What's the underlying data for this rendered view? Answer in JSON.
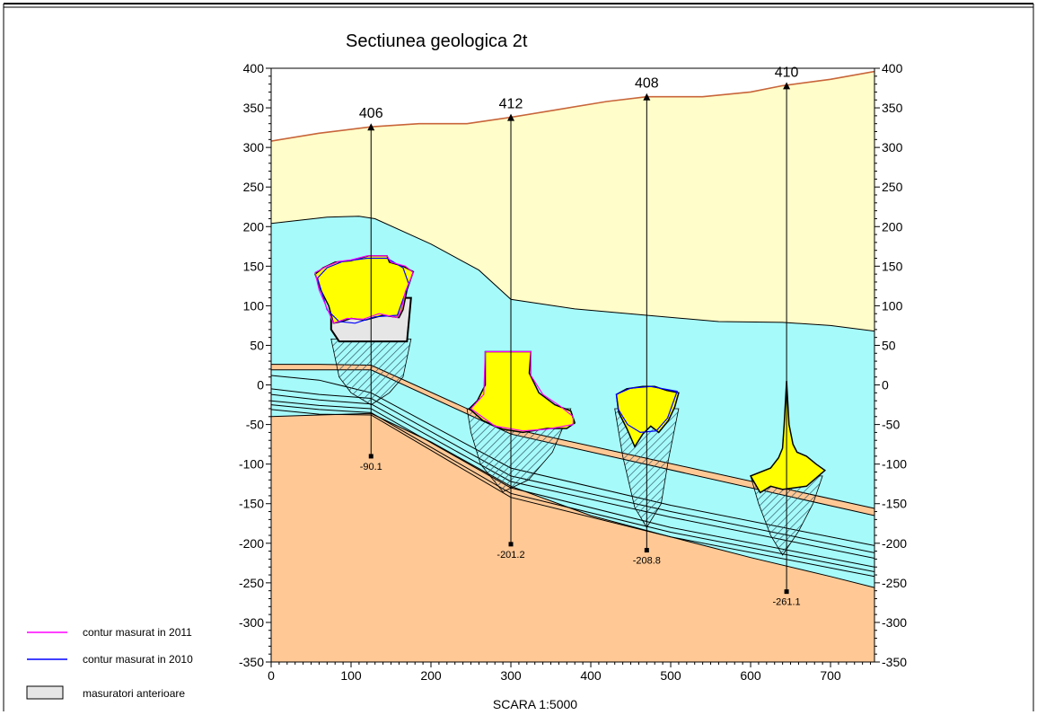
{
  "chart_data": {
    "type": "area",
    "title": "Sectiunea geologica 2t",
    "scale_label": "SCARA 1:5000",
    "xlim": [
      0,
      755
    ],
    "ylim": [
      -350,
      400
    ],
    "x_ticks": [
      0,
      100,
      200,
      300,
      400,
      500,
      600,
      700
    ],
    "y_ticks": [
      400,
      350,
      300,
      250,
      200,
      150,
      100,
      50,
      0,
      -50,
      -100,
      -150,
      -200,
      -250,
      -300,
      -350
    ],
    "colors": {
      "top_layer": "#FFFDC9",
      "water_layer": "#A6FAFA",
      "base_layer": "#FFC895",
      "cavity": "#FFFF00",
      "old_measure": "#E6E6E6",
      "surface": "#C8653A",
      "contour_2011": "#FF00FF",
      "contour_2010": "#0000FF"
    },
    "surface": [
      [
        0,
        308
      ],
      [
        60,
        318
      ],
      [
        125,
        326
      ],
      [
        185,
        330
      ],
      [
        245,
        330
      ],
      [
        300,
        338
      ],
      [
        360,
        348
      ],
      [
        420,
        358
      ],
      [
        470,
        364
      ],
      [
        540,
        364
      ],
      [
        600,
        370
      ],
      [
        640,
        378
      ],
      [
        700,
        386
      ],
      [
        755,
        396
      ]
    ],
    "top_boundary": [
      [
        0,
        204
      ],
      [
        70,
        212
      ],
      [
        110,
        213
      ],
      [
        130,
        210
      ],
      [
        200,
        178
      ],
      [
        260,
        145
      ],
      [
        300,
        108
      ],
      [
        380,
        96
      ],
      [
        470,
        88
      ],
      [
        560,
        80
      ],
      [
        640,
        79
      ],
      [
        700,
        75
      ],
      [
        755,
        68
      ]
    ],
    "base_boundary": [
      [
        0,
        -40
      ],
      [
        60,
        -38
      ],
      [
        125,
        -36
      ],
      [
        200,
        -72
      ],
      [
        300,
        -128
      ],
      [
        400,
        -165
      ],
      [
        500,
        -192
      ],
      [
        600,
        -218
      ],
      [
        700,
        -242
      ],
      [
        755,
        -256
      ]
    ],
    "seam_band": {
      "top": [
        [
          0,
          26
        ],
        [
          60,
          26
        ],
        [
          125,
          25
        ],
        [
          300,
          -55
        ],
        [
          755,
          -156
        ]
      ],
      "bottom": [
        [
          0,
          19
        ],
        [
          60,
          19
        ],
        [
          125,
          19
        ],
        [
          300,
          -62
        ],
        [
          755,
          -165
        ]
      ]
    },
    "thin_lines": [
      [
        [
          0,
          12
        ],
        [
          60,
          6
        ],
        [
          125,
          -10
        ],
        [
          300,
          -105
        ],
        [
          500,
          -152
        ],
        [
          755,
          -203
        ]
      ],
      [
        [
          0,
          -5
        ],
        [
          60,
          -12
        ],
        [
          125,
          -17
        ],
        [
          300,
          -115
        ],
        [
          500,
          -160
        ],
        [
          755,
          -212
        ]
      ],
      [
        [
          0,
          -12
        ],
        [
          60,
          -19
        ],
        [
          125,
          -24
        ],
        [
          300,
          -122
        ],
        [
          500,
          -167
        ],
        [
          755,
          -219
        ]
      ],
      [
        [
          0,
          -20
        ],
        [
          60,
          -26
        ],
        [
          125,
          -30
        ],
        [
          300,
          -130
        ],
        [
          500,
          -180
        ],
        [
          755,
          -230
        ]
      ],
      [
        [
          0,
          -25
        ],
        [
          60,
          -31
        ],
        [
          125,
          -35
        ],
        [
          300,
          -137
        ],
        [
          500,
          -186
        ],
        [
          755,
          -236
        ]
      ],
      [
        [
          0,
          -31
        ],
        [
          60,
          -37
        ],
        [
          125,
          -38
        ],
        [
          300,
          -142
        ],
        [
          500,
          -192
        ],
        [
          755,
          -242
        ]
      ]
    ],
    "boreholes": [
      {
        "name": "406",
        "x": 125,
        "top": 326,
        "bottom": -90.1,
        "label": "-90.1"
      },
      {
        "name": "412",
        "x": 300,
        "top": 338,
        "bottom": -201.2,
        "label": "-201.2"
      },
      {
        "name": "408",
        "x": 470,
        "top": 364,
        "bottom": -208.8,
        "label": "-208.8"
      },
      {
        "name": "410",
        "x": 645,
        "top": 378,
        "bottom": -261.1,
        "label": "-261.1"
      }
    ],
    "hatched_zones": [
      [
        [
          75,
          58
        ],
        [
          175,
          58
        ],
        [
          165,
          10
        ],
        [
          148,
          -10
        ],
        [
          125,
          -25
        ],
        [
          100,
          -10
        ],
        [
          85,
          10
        ]
      ],
      [
        [
          245,
          -30
        ],
        [
          375,
          -30
        ],
        [
          352,
          -85
        ],
        [
          322,
          -120
        ],
        [
          290,
          -135
        ],
        [
          262,
          -100
        ],
        [
          250,
          -60
        ]
      ],
      [
        [
          430,
          -30
        ],
        [
          510,
          -30
        ],
        [
          497,
          -95
        ],
        [
          488,
          -150
        ],
        [
          470,
          -180
        ],
        [
          455,
          -155
        ],
        [
          440,
          -90
        ]
      ],
      [
        [
          600,
          -115
        ],
        [
          690,
          -115
        ],
        [
          678,
          -150
        ],
        [
          660,
          -185
        ],
        [
          640,
          -215
        ],
        [
          625,
          -190
        ],
        [
          610,
          -150
        ]
      ]
    ],
    "old_measure_zones": [
      [
        [
          75,
          110
        ],
        [
          175,
          110
        ],
        [
          170,
          55
        ],
        [
          85,
          55
        ],
        [
          75,
          70
        ]
      ]
    ],
    "cavities": [
      {
        "name": "cavity-406",
        "points": [
          [
            55,
            140
          ],
          [
            65,
            148
          ],
          [
            80,
            155
          ],
          [
            100,
            157
          ],
          [
            110,
            160
          ],
          [
            122,
            163
          ],
          [
            145,
            163
          ],
          [
            148,
            155
          ],
          [
            165,
            150
          ],
          [
            178,
            143
          ],
          [
            170,
            120
          ],
          [
            165,
            95
          ],
          [
            160,
            85
          ],
          [
            140,
            88
          ],
          [
            118,
            82
          ],
          [
            100,
            84
          ],
          [
            88,
            80
          ],
          [
            78,
            78
          ],
          [
            72,
            100
          ],
          [
            62,
            120
          ],
          [
            55,
            140
          ]
        ]
      },
      {
        "name": "cavity-412",
        "points": [
          [
            268,
            42
          ],
          [
            325,
            42
          ],
          [
            323,
            15
          ],
          [
            335,
            -10
          ],
          [
            355,
            -25
          ],
          [
            375,
            -33
          ],
          [
            380,
            -48
          ],
          [
            370,
            -55
          ],
          [
            345,
            -55
          ],
          [
            315,
            -60
          ],
          [
            290,
            -56
          ],
          [
            265,
            -45
          ],
          [
            248,
            -30
          ],
          [
            258,
            -20
          ],
          [
            268,
            0
          ],
          [
            268,
            42
          ]
        ]
      },
      {
        "name": "cavity-408",
        "points": [
          [
            432,
            -12
          ],
          [
            445,
            -5
          ],
          [
            465,
            -2
          ],
          [
            480,
            -2
          ],
          [
            495,
            -7
          ],
          [
            510,
            -10
          ],
          [
            505,
            -28
          ],
          [
            497,
            -45
          ],
          [
            485,
            -60
          ],
          [
            475,
            -52
          ],
          [
            465,
            -62
          ],
          [
            455,
            -78
          ],
          [
            445,
            -55
          ],
          [
            435,
            -35
          ],
          [
            432,
            -12
          ]
        ]
      },
      {
        "name": "cavity-410",
        "points": [
          [
            645,
            5
          ],
          [
            648,
            -50
          ],
          [
            653,
            -75
          ],
          [
            658,
            -85
          ],
          [
            670,
            -90
          ],
          [
            682,
            -100
          ],
          [
            693,
            -108
          ],
          [
            670,
            -128
          ],
          [
            640,
            -132
          ],
          [
            625,
            -128
          ],
          [
            612,
            -136
          ],
          [
            600,
            -115
          ],
          [
            625,
            -105
          ],
          [
            635,
            -92
          ],
          [
            640,
            -80
          ],
          [
            642,
            -50
          ],
          [
            645,
            5
          ]
        ]
      }
    ],
    "contour_2011": [
      [
        [
          55,
          142
        ],
        [
          70,
          150
        ],
        [
          85,
          156
        ],
        [
          100,
          158
        ],
        [
          120,
          163
        ],
        [
          145,
          163
        ],
        [
          150,
          155
        ],
        [
          168,
          150
        ],
        [
          178,
          142
        ],
        [
          168,
          118
        ],
        [
          163,
          95
        ],
        [
          158,
          85
        ],
        [
          135,
          90
        ],
        [
          115,
          83
        ],
        [
          95,
          84
        ],
        [
          78,
          78
        ],
        [
          60,
          120
        ],
        [
          55,
          142
        ]
      ],
      [
        [
          268,
          42
        ],
        [
          325,
          42
        ],
        [
          325,
          12
        ],
        [
          340,
          -12
        ],
        [
          362,
          -27
        ],
        [
          378,
          -40
        ],
        [
          378,
          -50
        ],
        [
          345,
          -56
        ],
        [
          315,
          -58
        ],
        [
          280,
          -52
        ],
        [
          250,
          -30
        ],
        [
          266,
          -12
        ],
        [
          268,
          42
        ]
      ]
    ],
    "contour_2010": [
      [
        [
          58,
          135
        ],
        [
          70,
          148
        ],
        [
          90,
          156
        ],
        [
          120,
          160
        ],
        [
          145,
          160
        ],
        [
          165,
          148
        ],
        [
          172,
          128
        ],
        [
          158,
          88
        ],
        [
          130,
          86
        ],
        [
          105,
          78
        ],
        [
          85,
          80
        ],
        [
          70,
          95
        ],
        [
          58,
          135
        ]
      ],
      [
        [
          432,
          -12
        ],
        [
          450,
          -4
        ],
        [
          475,
          -2
        ],
        [
          508,
          -8
        ],
        [
          496,
          -42
        ],
        [
          482,
          -58
        ],
        [
          462,
          -60
        ],
        [
          446,
          -50
        ],
        [
          434,
          -30
        ],
        [
          432,
          -12
        ]
      ]
    ],
    "legend": [
      {
        "label": "contur masurat in 2011",
        "kind": "line",
        "color": "#FF00FF"
      },
      {
        "label": "contur masurat in 2010",
        "kind": "line",
        "color": "#0000FF"
      },
      {
        "label": "masuratori anterioare",
        "kind": "box",
        "color": "#E6E6E6"
      }
    ]
  }
}
